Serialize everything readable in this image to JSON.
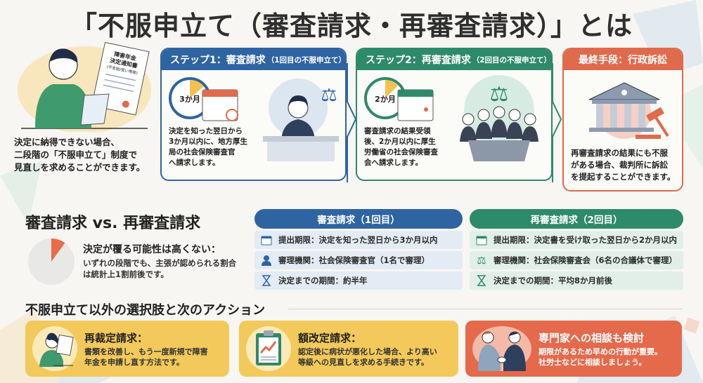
{
  "title": "「不服申立て（審査請求・再審査請求）」とは",
  "intro": {
    "document_label_line1": "障害年金",
    "document_label_line2": "決定通知書",
    "document_label_line3": "(不支給/低い等級)",
    "text_line1": "決定に納得できない場合、",
    "text_line2": "二段階の「不服申立て」制度で",
    "text_line3": "見直しを求めることができます。"
  },
  "steps": [
    {
      "title": "ステップ1：審査請求",
      "subtitle": "（1回目の不服申立て）",
      "clock_label": "3か月",
      "text_line1": "決定を知った翌日から",
      "text_line2": "3か月以内に、地方厚生",
      "text_line3": "局の社会保険審査官",
      "text_line4": "へ請求します。",
      "color": "#2f64a3"
    },
    {
      "title": "ステップ2：再審査請求",
      "subtitle": "（2回目の不服申立て）",
      "clock_label": "2か月",
      "text_line1": "審査請求の結果受領",
      "text_line2": "後、2か月以内に厚生",
      "text_line3": "労働省の社会保険審査",
      "text_line4": "会へ請求します。",
      "color": "#2d8a6a"
    },
    {
      "title": "最終手段：行政訴訟",
      "text_line1": "再審査請求の結果にも不服",
      "text_line2": "がある場合、裁判所に訴訟",
      "text_line3": "を提起することができます。",
      "color": "#e06a4c"
    }
  ],
  "comparison": {
    "title": "審査請求 vs. 再審査請求",
    "note_head": "決定が覆る可能性は高くない：",
    "note_line1": "いずれの段階でも、主張が認められる割合",
    "note_line2": "は統計上1割前後です。",
    "pie_percent": 10,
    "first": {
      "header": "審査請求（1回目）",
      "rows": [
        {
          "icon": "calendar-icon",
          "text": "提出期限：決定を知った翌日から3か月以内"
        },
        {
          "icon": "person-icon",
          "text": "審理機関：社会保険審査官（1名で審理）"
        },
        {
          "icon": "hourglass-icon",
          "text": "決定までの期間：約半年"
        }
      ]
    },
    "second": {
      "header": "再審査請求（2回目）",
      "rows": [
        {
          "icon": "calendar-icon",
          "text": "提出期限：決定書を受け取った翌日から2か月以内"
        },
        {
          "icon": "scales-icon",
          "text": "審理機関：社会保険審査会（6名の合議体で審理）"
        },
        {
          "icon": "hourglass-icon",
          "text": "決定までの期間：平均8か月前後"
        }
      ]
    }
  },
  "options": {
    "title": "不服申立て以外の選択肢と次のアクション",
    "items": [
      {
        "heading": "再裁定請求：",
        "line1": "書類を改善し、もう一度新規で障害",
        "line2": "年金を申請し直す方法です。"
      },
      {
        "heading": "額改定請求：",
        "line1": "認定後に病状が悪化した場合、より高い",
        "line2": "等級への見直しを求める手続きです。"
      },
      {
        "heading": "専門家への相談も検討",
        "line1": "期限があるため早めの行動が重要。",
        "line2": "社労士などに相談しましょう。"
      }
    ]
  },
  "colors": {
    "blue": "#2f64a3",
    "green": "#2d8a6a",
    "red": "#e06a4c",
    "yellow": "#f2c95a"
  }
}
